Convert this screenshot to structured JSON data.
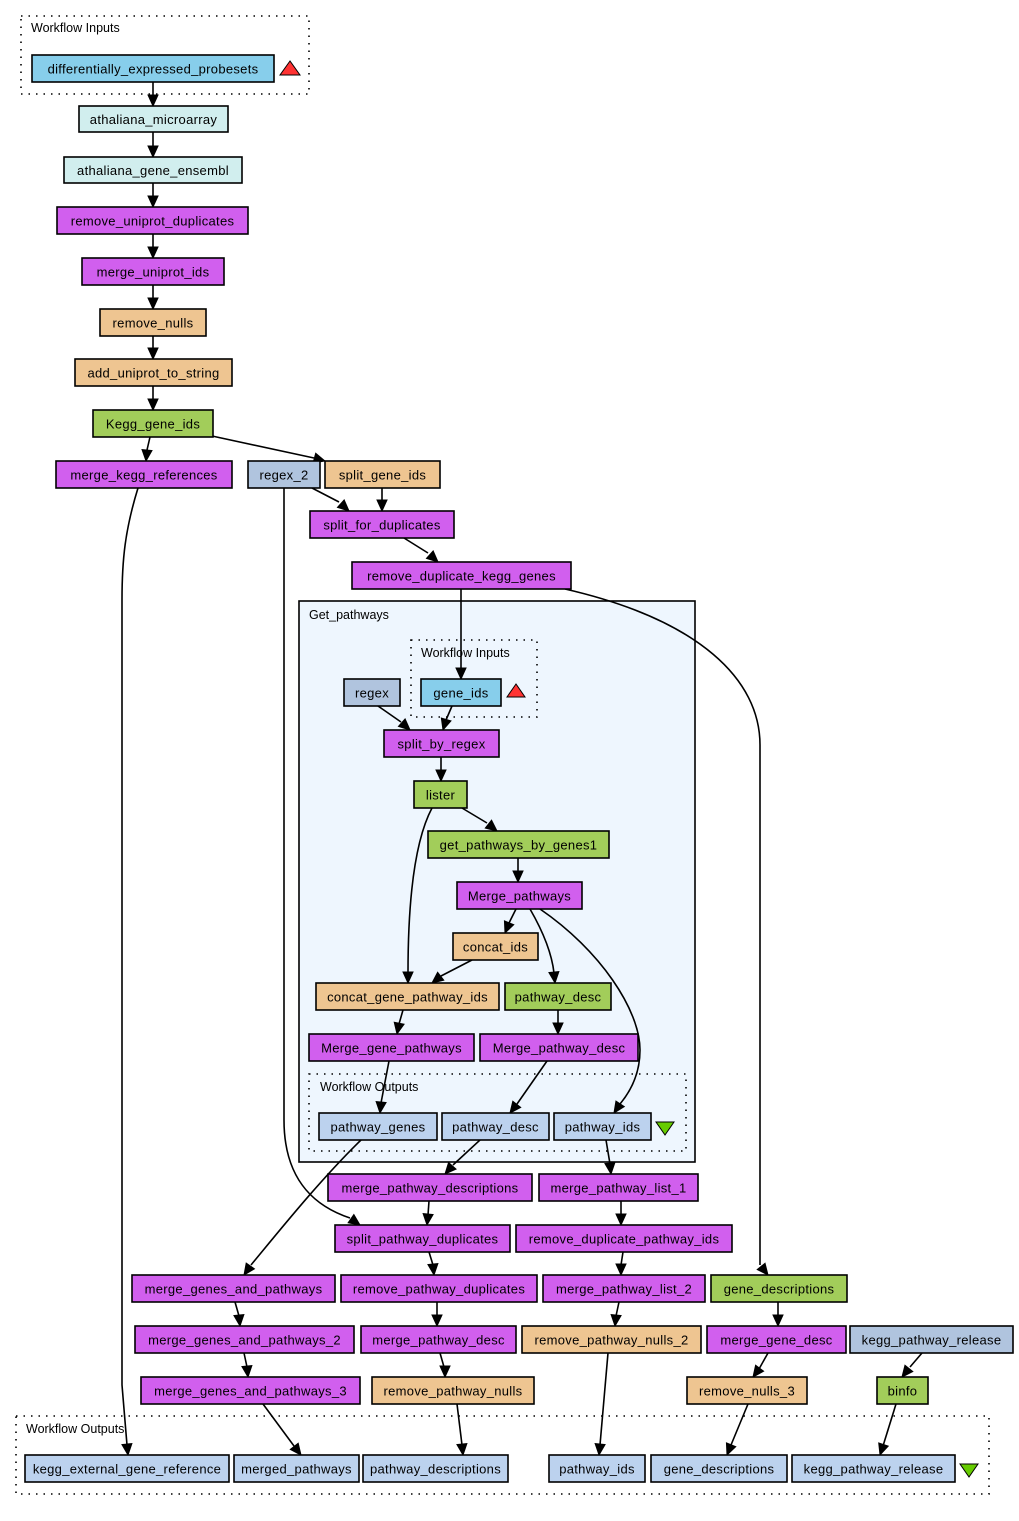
{
  "diagram": {
    "title": "Workflow diagram",
    "colors": {
      "input_port": "#87ceeb",
      "beanshell": "#d15fee",
      "string_constant": "#b0c4de",
      "local_worker": "#eec591",
      "wsdl": "#a2cd5a",
      "biomart": "#d1eeee",
      "output_port": "#bcd2ee",
      "subworkflow_bg": "#eef6fe",
      "input_marker": "#ff3333",
      "output_marker": "#66cc00"
    },
    "clusters": {
      "top_inputs": "Workflow Inputs",
      "get_pathways": "Get_pathways",
      "sub_inputs": "Workflow Inputs",
      "sub_outputs": "Workflow Outputs",
      "top_outputs": "Workflow Outputs"
    },
    "nodes": {
      "differentially_expressed_probesets": "differentially_expressed_probesets",
      "athaliana_microarray": "athaliana_microarray",
      "athaliana_gene_ensembl": "athaliana_gene_ensembl",
      "remove_uniprot_duplicates": "remove_uniprot_duplicates",
      "merge_uniprot_ids": "merge_uniprot_ids",
      "remove_nulls": "remove_nulls",
      "add_uniprot_to_string": "add_uniprot_to_string",
      "Kegg_gene_ids": "Kegg_gene_ids",
      "merge_kegg_references": "merge_kegg_references",
      "regex_2": "regex_2",
      "split_gene_ids": "split_gene_ids",
      "split_for_duplicates": "split_for_duplicates",
      "remove_duplicate_kegg_genes": "remove_duplicate_kegg_genes",
      "regex": "regex",
      "gene_ids": "gene_ids",
      "split_by_regex": "split_by_regex",
      "lister": "lister",
      "get_pathways_by_genes1": "get_pathways_by_genes1",
      "Merge_pathways": "Merge_pathways",
      "concat_ids": "concat_ids",
      "concat_gene_pathway_ids": "concat_gene_pathway_ids",
      "pathway_desc": "pathway_desc",
      "Merge_gene_pathways": "Merge_gene_pathways",
      "Merge_pathway_desc": "Merge_pathway_desc",
      "out_pathway_genes": "pathway_genes",
      "out_pathway_desc": "pathway_desc",
      "out_pathway_ids": "pathway_ids",
      "merge_pathway_descriptions": "merge_pathway_descriptions",
      "merge_pathway_list_1": "merge_pathway_list_1",
      "split_pathway_duplicates": "split_pathway_duplicates",
      "remove_duplicate_pathway_ids": "remove_duplicate_pathway_ids",
      "merge_genes_and_pathways": "merge_genes_and_pathways",
      "remove_pathway_duplicates": "remove_pathway_duplicates",
      "merge_pathway_list_2": "merge_pathway_list_2",
      "gene_descriptions": "gene_descriptions",
      "merge_genes_and_pathways_2": "merge_genes_and_pathways_2",
      "merge_pathway_desc": "merge_pathway_desc",
      "remove_pathway_nulls_2": "remove_pathway_nulls_2",
      "merge_gene_desc": "merge_gene_desc",
      "kegg_pathway_release": "kegg_pathway_release",
      "merge_genes_and_pathways_3": "merge_genes_and_pathways_3",
      "remove_pathway_nulls": "remove_pathway_nulls",
      "remove_nulls_3": "remove_nulls_3",
      "binfo": "binfo",
      "out_kegg_external_gene_reference": "kegg_external_gene_reference",
      "out_merged_pathways": "merged_pathways",
      "out_pathway_descriptions": "pathway_descriptions",
      "out_pathway_ids_top": "pathway_ids",
      "out_gene_descriptions": "gene_descriptions",
      "out_kegg_pathway_release": "kegg_pathway_release"
    }
  }
}
